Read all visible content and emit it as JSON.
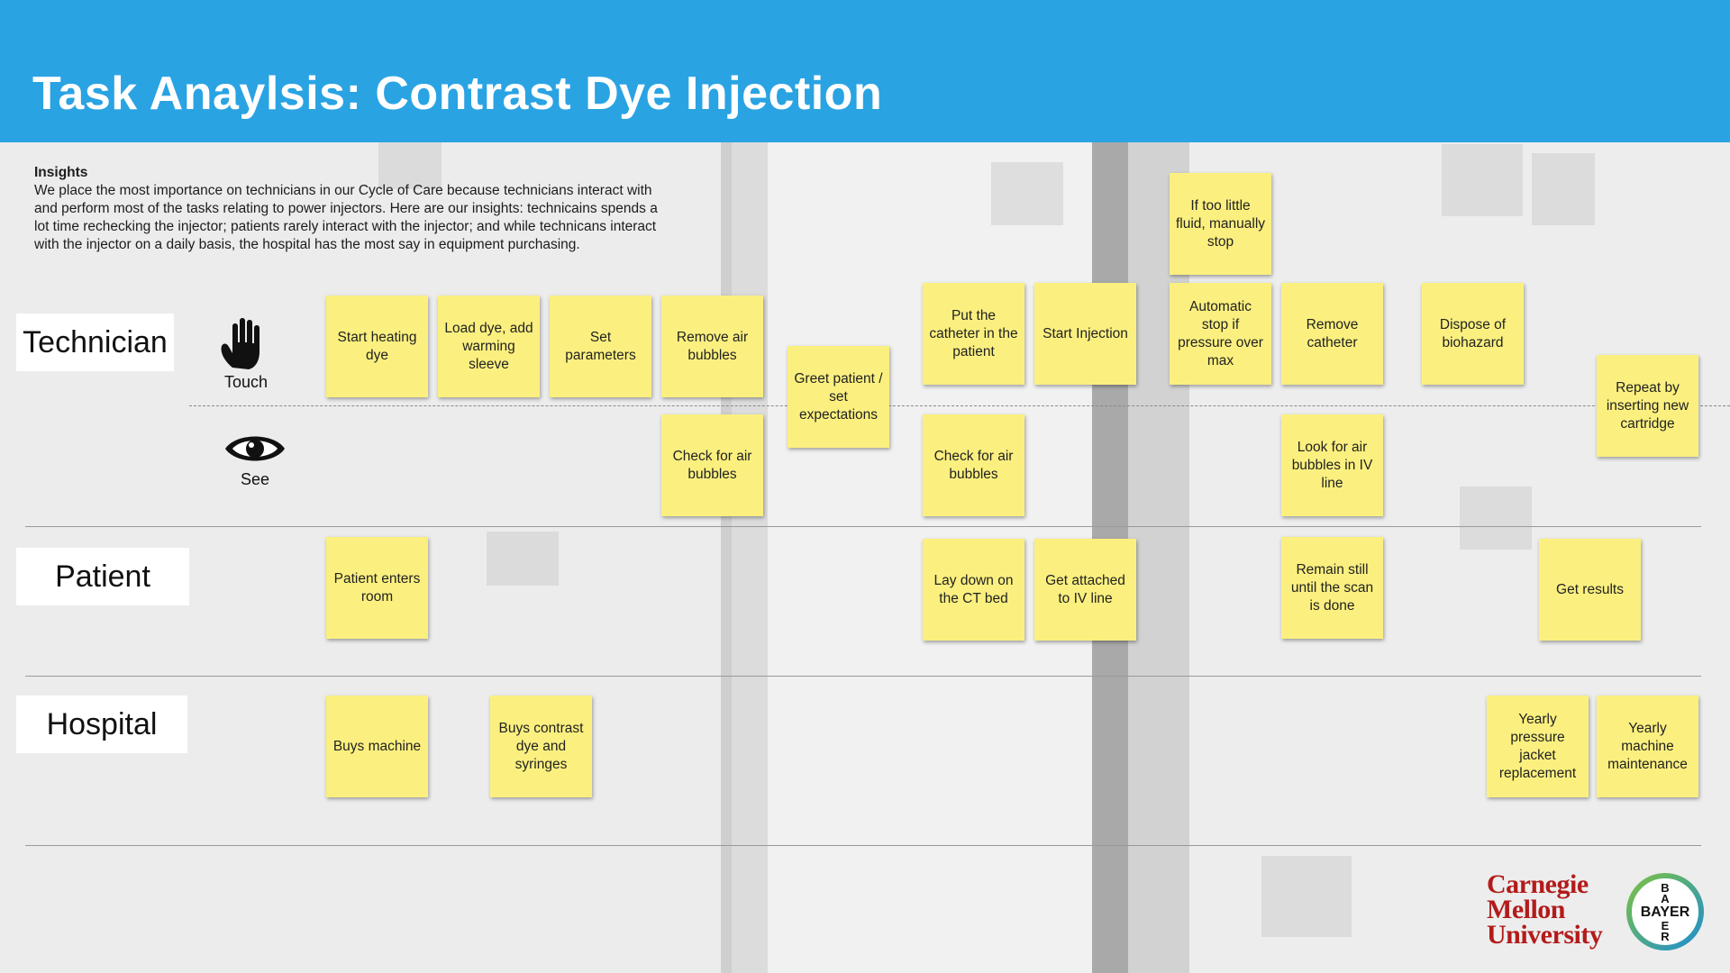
{
  "header": {
    "title": "Task Anaylsis: Contrast Dye Injection"
  },
  "insights": {
    "heading": "Insights",
    "body": "We place the most importance on technicians in our Cycle of Care because technicians interact with and perform most of the tasks relating to power injectors. Here are our insights: technicains spends a lot time rechecking the injector; patients rarely interact with the injector; and while technicans interact with the injector on a daily basis, the hospital has the most say in equipment purchasing."
  },
  "lanes": {
    "technician": "Technician",
    "patient": "Patient",
    "hospital": "Hospital"
  },
  "modes": {
    "touch": {
      "label": "Touch",
      "icon": "hand-icon"
    },
    "see": {
      "label": "See",
      "icon": "eye-icon"
    }
  },
  "notes": {
    "tech_touch": [
      "Start heating dye",
      "Load dye, add warming sleeve",
      "Set parameters",
      "Remove air bubbles",
      "Greet patient / set expectations",
      "Put the catheter in the patient",
      "Start Injection",
      "If too little fluid, manually stop",
      "Automatic stop if pressure over max",
      "Remove catheter",
      "Dispose of biohazard",
      "Repeat by inserting new cartridge"
    ],
    "tech_see": [
      "Check for air bubbles",
      "Check for air bubbles",
      "Look for air bubbles in IV line"
    ],
    "patient": [
      "Patient enters room",
      "Lay down on the CT bed",
      "Get attached to IV line",
      "Remain still until the scan is done",
      "Get results"
    ],
    "hospital": [
      "Buys machine",
      "Buys contrast dye and syringes",
      "Yearly pressure jacket replacement",
      "Yearly machine maintenance"
    ]
  },
  "logos": {
    "cmu": [
      "Carnegie",
      "Mellon",
      "University"
    ],
    "bayer": "BAYER"
  },
  "colors": {
    "header": "#2aa3e3",
    "sticky_note": "#fbf07f",
    "cmu_red": "#b31b1b",
    "bayer_blue": "#1f8fcf",
    "bayer_green": "#7cc242"
  }
}
